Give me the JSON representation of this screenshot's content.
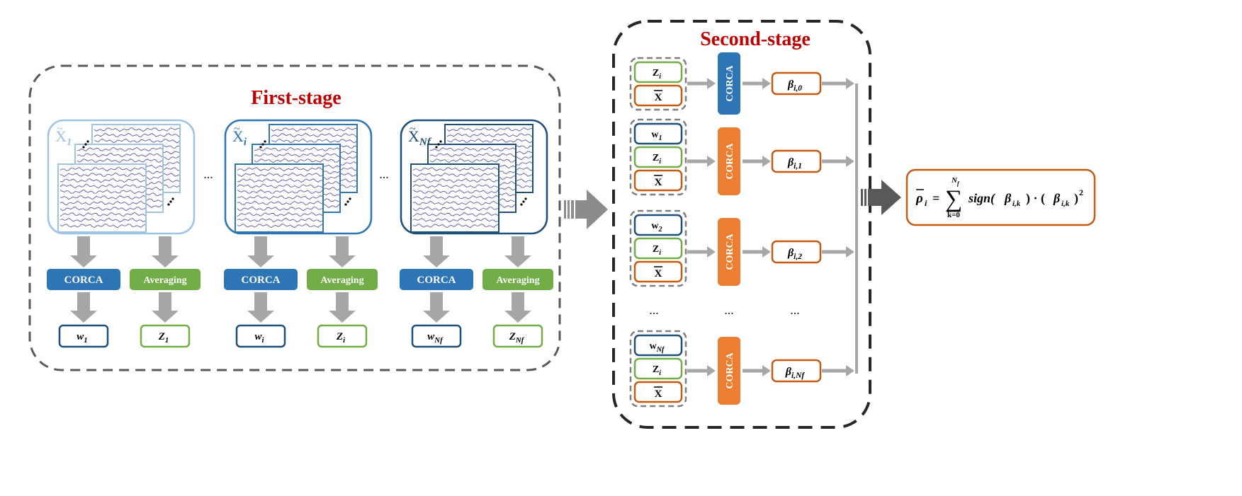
{
  "first_stage": {
    "title": "First-stage",
    "groups": [
      {
        "x_main": "X",
        "x_sub": "1",
        "corca": "CORCA",
        "avg": "Averaging",
        "w_main": "w",
        "w_sub": "1",
        "z_main": "Z",
        "z_sub": "1",
        "color": "#9dc3e6"
      },
      {
        "x_main": "X",
        "x_sub": "i",
        "corca": "CORCA",
        "avg": "Averaging",
        "w_main": "w",
        "w_sub": "i",
        "z_main": "Z",
        "z_sub": "i",
        "color": "#2e75b6"
      },
      {
        "x_main": "X",
        "x_sub": "Nf",
        "corca": "CORCA",
        "avg": "Averaging",
        "w_main": "w",
        "w_sub": "Nf",
        "z_main": "Z",
        "z_sub": "Nf",
        "color": "#1f4e79"
      }
    ],
    "ellipsis": "..."
  },
  "second_stage": {
    "title": "Second-stage",
    "rows": [
      {
        "inputs": [
          {
            "main": "Z",
            "sub": "i",
            "kind": "z"
          },
          {
            "main": "X",
            "sub": "",
            "kind": "xbar"
          }
        ],
        "corca": "CORCA",
        "beta_sub": "i,0",
        "corca_color": "#2e75b6"
      },
      {
        "inputs": [
          {
            "main": "w",
            "sub": "1",
            "kind": "w"
          },
          {
            "main": "Z",
            "sub": "i",
            "kind": "z"
          },
          {
            "main": "X",
            "sub": "",
            "kind": "xbar"
          }
        ],
        "corca": "CORCA",
        "beta_sub": "i,1",
        "corca_color": "#ed7d31"
      },
      {
        "inputs": [
          {
            "main": "w",
            "sub": "2",
            "kind": "w"
          },
          {
            "main": "Z",
            "sub": "i",
            "kind": "z"
          },
          {
            "main": "X",
            "sub": "",
            "kind": "xbar"
          }
        ],
        "corca": "CORCA",
        "beta_sub": "i,2",
        "corca_color": "#ed7d31"
      },
      {
        "inputs": [
          {
            "main": "w",
            "sub": "Nf",
            "kind": "w"
          },
          {
            "main": "Z",
            "sub": "i",
            "kind": "z"
          },
          {
            "main": "X",
            "sub": "",
            "kind": "xbar"
          }
        ],
        "corca": "CORCA",
        "beta_sub": "i,Nf",
        "corca_color": "#ed7d31"
      }
    ],
    "ellipsis": "...",
    "beta_symbol": "β"
  },
  "formula": {
    "lhs": "ρ",
    "lhs_sub": "i",
    "equals": "=",
    "sum_top": "N",
    "sum_top_sub": "f",
    "sum_bottom": "k=0",
    "body": "sign(",
    "beta": "β",
    "beta_sub": "i,k",
    "mid": ") · (",
    "close": ")",
    "exp": "2"
  },
  "colors": {
    "red_title": "#c00000",
    "blue": "#2e75b6",
    "dark_blue": "#1f4e79",
    "light_blue": "#9dc3e6",
    "green": "#70ad47",
    "orange": "#ed7d31",
    "gray_arrow": "#a6a6a6",
    "dark_arrow": "#595959"
  }
}
